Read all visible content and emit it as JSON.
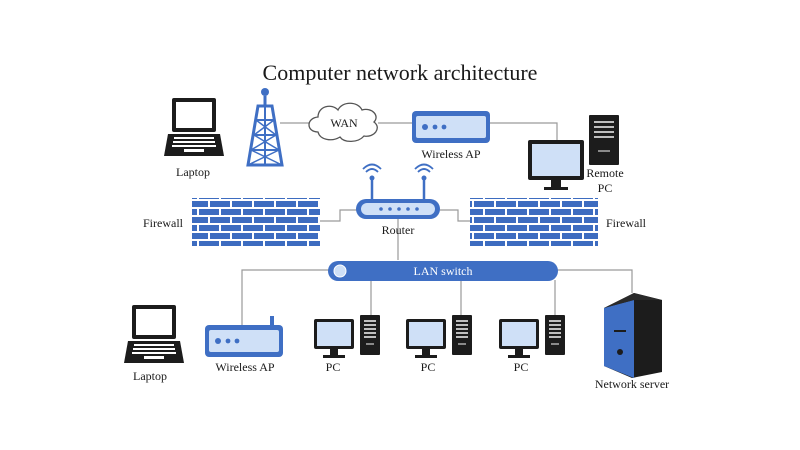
{
  "title": "Computer network architecture",
  "colors": {
    "accent_blue": "#3f6fc4",
    "brick_blue": "#3d6cc0",
    "dark": "#1c1c1c",
    "screen_blue": "#cfe0f7",
    "link_gray": "#9a9a9a"
  },
  "nodes": {
    "laptop_top": {
      "label": "Laptop",
      "icon": "laptop-icon"
    },
    "antenna": {
      "icon": "antenna-tower-icon"
    },
    "wan": {
      "label": "WAN",
      "icon": "cloud-icon"
    },
    "wireless_ap_top": {
      "label": "Wireless AP",
      "icon": "wireless-ap-icon"
    },
    "remote_pc": {
      "label_line1": "Remote",
      "label_line2": "PC",
      "icon": "desktop-pc-icon"
    },
    "firewall_left": {
      "label": "Firewall",
      "icon": "firewall-icon"
    },
    "router": {
      "label": "Router",
      "icon": "router-icon"
    },
    "firewall_right": {
      "label": "Firewall",
      "icon": "firewall-icon"
    },
    "lan_switch": {
      "label": "LAN switch",
      "icon": "switch-icon"
    },
    "laptop_bottom": {
      "label": "Laptop",
      "icon": "laptop-icon"
    },
    "wireless_ap_bottom": {
      "label": "Wireless AP",
      "icon": "wireless-ap-icon"
    },
    "pc_1": {
      "label": "PC",
      "icon": "desktop-pc-icon"
    },
    "pc_2": {
      "label": "PC",
      "icon": "desktop-pc-icon"
    },
    "pc_3": {
      "label": "PC",
      "icon": "desktop-pc-icon"
    },
    "network_server": {
      "label": "Network server",
      "icon": "server-tower-icon"
    }
  }
}
